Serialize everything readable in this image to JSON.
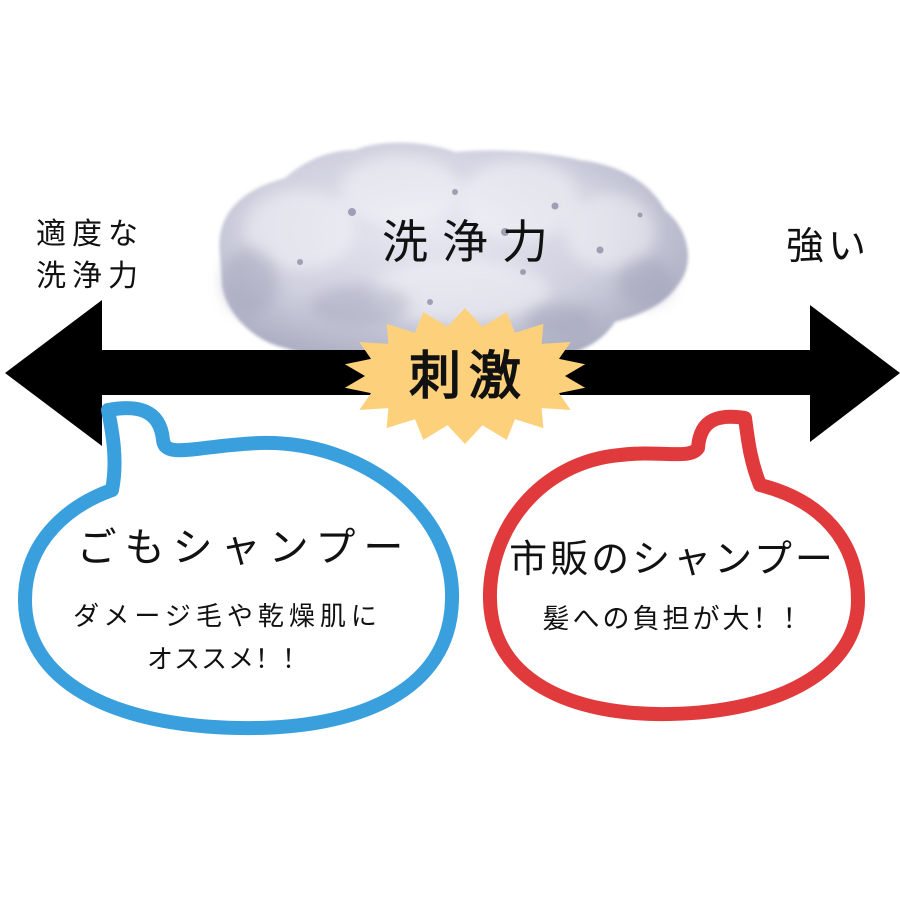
{
  "labels": {
    "left_line1": "適度な",
    "left_line2": "洗浄力",
    "axis_title": "洗浄力",
    "right": "強い"
  },
  "badge": {
    "text": "刺激",
    "color": "#fdd17c"
  },
  "left_bubble": {
    "title": "ごもシャンプー",
    "line1": "ダメージ毛や乾燥肌に",
    "line2": "オススメ！！",
    "color": "#3aa0dd"
  },
  "right_bubble": {
    "title": "市販のシャンプー",
    "line1": "髪への負担が大！！",
    "color": "#e13a3c"
  },
  "arrow": {
    "color": "#000000"
  },
  "foam": {
    "color": "#d0d1df"
  }
}
